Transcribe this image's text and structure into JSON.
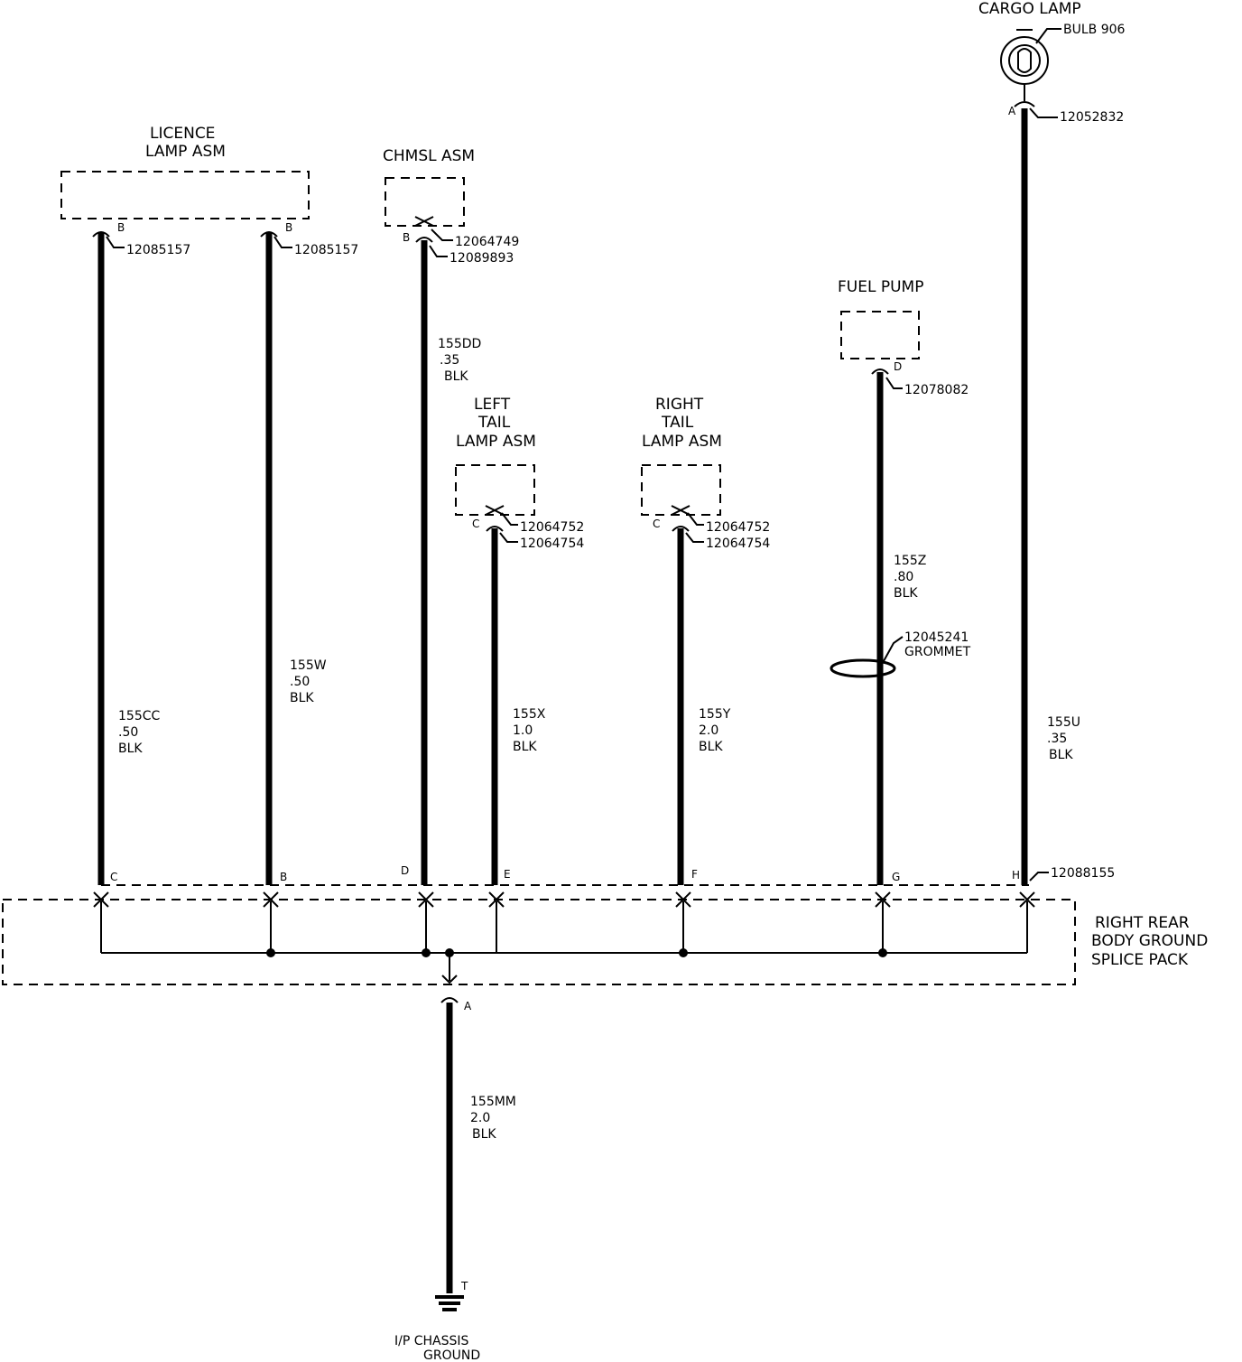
{
  "components": {
    "licence": {
      "line1": "LICENCE",
      "line2": "LAMP ASM"
    },
    "chmsl": {
      "label": "CHMSL ASM"
    },
    "left_tail": {
      "line1": "LEFT",
      "line2": "TAIL",
      "line3": "LAMP ASM"
    },
    "right_tail": {
      "line1": "RIGHT",
      "line2": "TAIL",
      "line3": "LAMP ASM"
    },
    "fuel_pump": {
      "label": "FUEL PUMP"
    },
    "cargo_lamp": {
      "label": "CARGO LAMP",
      "bulb": "BULB 906"
    },
    "splice_pack": {
      "line1": "RIGHT REAR",
      "line2": "BODY GROUND",
      "line3": "SPLICE PACK"
    },
    "ground": {
      "line1": "I/P CHASSIS",
      "line2": "GROUND"
    }
  },
  "pins": {
    "licence_left": "B",
    "licence_right": "B",
    "chmsl": "B",
    "left_tail": "C",
    "right_tail": "C",
    "fuel_pump": "D",
    "cargo": "A",
    "splice_c": "C",
    "splice_b": "B",
    "splice_d": "D",
    "splice_e": "E",
    "splice_f": "F",
    "splice_g": "G",
    "splice_h": "H",
    "ground_a": "A",
    "ground_t": "T"
  },
  "connectors": {
    "licence_left": "12085157",
    "licence_right": "12085157",
    "chmsl_1": "12064749",
    "chmsl_2": "12089893",
    "left_tail_1": "12064752",
    "left_tail_2": "12064754",
    "right_tail_1": "12064752",
    "right_tail_2": "12064754",
    "fuel_pump": "12078082",
    "cargo": "12052832",
    "splice": "12088155",
    "grommet_part": "12045241",
    "grommet_label": "GROMMET"
  },
  "wires": {
    "w155cc": {
      "circuit": "155CC",
      "gauge": ".50",
      "color": "BLK"
    },
    "w155w": {
      "circuit": "155W",
      "gauge": ".50",
      "color": "BLK"
    },
    "w155dd": {
      "circuit": "155DD",
      "gauge": ".35",
      "color": "BLK"
    },
    "w155x": {
      "circuit": "155X",
      "gauge": "1.0",
      "color": "BLK"
    },
    "w155y": {
      "circuit": "155Y",
      "gauge": "2.0",
      "color": "BLK"
    },
    "w155z": {
      "circuit": "155Z",
      "gauge": ".80",
      "color": "BLK"
    },
    "w155u": {
      "circuit": "155U",
      "gauge": ".35",
      "color": "BLK"
    },
    "w155mm": {
      "circuit": "155MM",
      "gauge": "2.0",
      "color": "BLK"
    }
  }
}
